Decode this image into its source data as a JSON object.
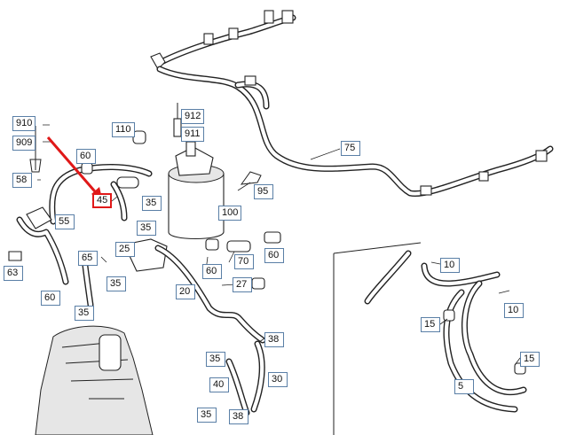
{
  "highlight_color": "#e01818",
  "callout_border_color": "#5a7fa6",
  "highlighted_part": "45",
  "callouts": [
    {
      "id": "c910",
      "label": "910"
    },
    {
      "id": "c909",
      "label": "909"
    },
    {
      "id": "c58",
      "label": "58"
    },
    {
      "id": "c63",
      "label": "63"
    },
    {
      "id": "c55",
      "label": "55"
    },
    {
      "id": "c60a",
      "label": "60"
    },
    {
      "id": "c45",
      "label": "45"
    },
    {
      "id": "c110",
      "label": "110"
    },
    {
      "id": "c912",
      "label": "912"
    },
    {
      "id": "c911",
      "label": "911"
    },
    {
      "id": "c35a",
      "label": "35"
    },
    {
      "id": "c100",
      "label": "100"
    },
    {
      "id": "c95",
      "label": "95"
    },
    {
      "id": "c75",
      "label": "75"
    },
    {
      "id": "c35b",
      "label": "35"
    },
    {
      "id": "c25",
      "label": "25"
    },
    {
      "id": "c65",
      "label": "65"
    },
    {
      "id": "c35c",
      "label": "35"
    },
    {
      "id": "c60b",
      "label": "60"
    },
    {
      "id": "c35d",
      "label": "35"
    },
    {
      "id": "c60c",
      "label": "60"
    },
    {
      "id": "c70",
      "label": "70"
    },
    {
      "id": "c60d",
      "label": "60"
    },
    {
      "id": "c27",
      "label": "27"
    },
    {
      "id": "c20",
      "label": "20"
    },
    {
      "id": "c38a",
      "label": "38"
    },
    {
      "id": "c35e",
      "label": "35"
    },
    {
      "id": "c40",
      "label": "40"
    },
    {
      "id": "c30",
      "label": "30"
    },
    {
      "id": "c35f",
      "label": "35"
    },
    {
      "id": "c38b",
      "label": "38"
    },
    {
      "id": "c10a",
      "label": "10"
    },
    {
      "id": "c10b",
      "label": "10"
    },
    {
      "id": "c15a",
      "label": "15"
    },
    {
      "id": "c15b",
      "label": "15"
    },
    {
      "id": "c5",
      "label": "5"
    }
  ]
}
